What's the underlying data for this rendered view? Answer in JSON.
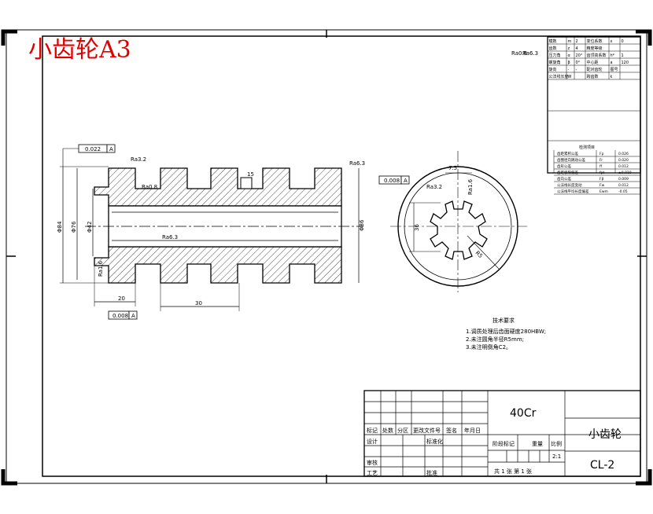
{
  "title": "小齿轮A3",
  "surface_mark": "Ra6.3",
  "section_note": "Ra0.8",
  "tolerances": {
    "top_runout_value": "0.022",
    "bottom_runout_value": "0.008",
    "side_runout_value": "0.008",
    "datum": "A"
  },
  "dimensions": {
    "left_outer": "Φ84",
    "left_mid": "Φ76",
    "left_inner": "Φ42",
    "right_bore": "Φ86",
    "top_keyway": "15",
    "bottom_length_1": "20",
    "bottom_length_2": "30",
    "side_height": "36",
    "radial_mark": "R5",
    "top_side_dim": "7.5"
  },
  "roughness_labels": {
    "r1": "Ra3.2",
    "r2": "Ra0.8",
    "r3": "Ra6.3",
    "r4": "Ra1.6",
    "r5": "Ra6.3",
    "r6": "Ra3.2",
    "r7": "Ra1.6"
  },
  "tech_req": {
    "heading": "技术要求",
    "lines": [
      "1.调质处理后齿面硬度280HBW;",
      "2.未注圆角半径R5mm;",
      "3.未注明倒角C2。"
    ]
  },
  "param_table": {
    "rows": [
      [
        "模数",
        "m",
        "2",
        "变位系数",
        "x",
        "0"
      ],
      [
        "齿数",
        "z",
        "4",
        "精度等级",
        "",
        ""
      ],
      [
        "压力角",
        "α",
        "20°",
        "齿顶高系数",
        "h*",
        "1"
      ],
      [
        "螺旋角",
        "β",
        "0°",
        "中心距",
        "a",
        "120"
      ],
      [
        "旋向",
        "-",
        "-",
        "配对齿轮",
        "图号",
        ""
      ],
      [
        "公法线长度",
        "W",
        "",
        "跨齿数",
        "k",
        ""
      ]
    ],
    "mid_label": "检测项目",
    "mid_rows": [
      [
        "齿距累积公差",
        "Fp",
        "0.026"
      ],
      [
        "齿圈径向跳动公差",
        "Fr",
        "0.020"
      ],
      [
        "齿形公差",
        "ff",
        "0.012"
      ],
      [
        "齿距极限偏差",
        "fpt",
        "±0.010"
      ],
      [
        "齿向公差",
        "Fβ",
        "0.009"
      ],
      [
        "公法线长度变动",
        "Fw",
        "0.012"
      ],
      [
        "公法线平均长度偏差",
        "Ewm",
        "-0.05"
      ]
    ]
  },
  "title_block": {
    "material": "40Cr",
    "part_name": "小齿轮",
    "drawing_no": "CL-2",
    "scale_label": "比例",
    "scale": "2:1",
    "weight_label": "重量",
    "stage_label": "阶段标记",
    "sheets": "共 1 张  第 1 张",
    "left_labels": {
      "mark": "标记",
      "count": "处数",
      "zone": "分区",
      "change_doc": "更改文件号",
      "sign": "签名",
      "date": "年月日",
      "design": "设计",
      "standard": "标准化",
      "review": "审核",
      "process": "工艺",
      "approve": "批准"
    }
  }
}
